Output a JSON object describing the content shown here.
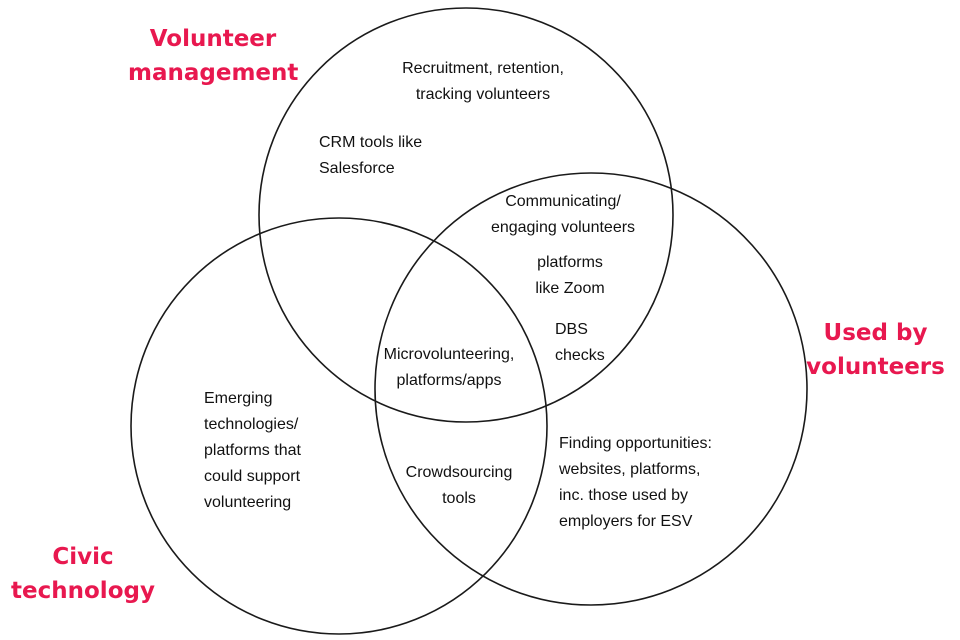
{
  "colors": {
    "set_label": "#e8184f",
    "circle_stroke": "#1a1a1a",
    "text": "#111111",
    "background": "#ffffff"
  },
  "sets": {
    "volunteer_management": [
      "Volunteer",
      "management"
    ],
    "used_by_volunteers": [
      "Used by",
      "volunteers"
    ],
    "civic_technology": [
      "Civic",
      "technology"
    ]
  },
  "regions": {
    "recruitment": [
      "Recruitment, retention,",
      "tracking volunteers"
    ],
    "crm": [
      "CRM tools like",
      "Salesforce"
    ],
    "communicating": [
      "Communicating/",
      "engaging volunteers"
    ],
    "zoom": [
      "platforms",
      "like Zoom"
    ],
    "dbs": [
      "DBS",
      "checks"
    ],
    "microvolunteering": [
      "Microvolunteering,",
      "platforms/apps"
    ],
    "emerging": [
      "Emerging",
      "technologies/",
      "platforms that",
      "could support",
      "volunteering"
    ],
    "crowdsourcing": [
      "Crowdsourcing",
      "tools"
    ],
    "finding": [
      "Finding opportunities:",
      "websites, platforms,",
      "inc. those used by",
      "employers for ESV"
    ]
  }
}
